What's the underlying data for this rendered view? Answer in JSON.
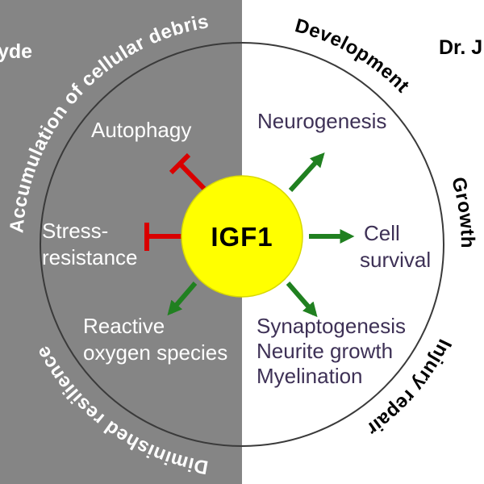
{
  "colors": {
    "left_background": "#858585",
    "right_background": "#ffffff",
    "ring_outline": "#3a3a3a",
    "center_fill": "#ffff00",
    "center_stroke": "#d8d800",
    "center_text": "#000000",
    "promote_arrow": "#208020",
    "inhibit_arrow": "#d90000",
    "left_text": "#ffffff",
    "right_text": "#3e3156",
    "ring_text_left": "#ffffff",
    "ring_text_right": "#000000"
  },
  "corner_labels": {
    "top_left_partial": "yde",
    "top_right_partial": "Dr. J"
  },
  "ring_labels": {
    "top_left": "Accumulation of cellular debris",
    "top_right": "Development",
    "right": "Growth",
    "bottom_right": "Injury repair",
    "bottom_left": "Diminished resilience"
  },
  "center": {
    "label": "IGF1"
  },
  "inhibited_targets": {
    "autophagy": "Autophagy",
    "stress_resistance_line1": "Stress-",
    "stress_resistance_line2": "resistance"
  },
  "promoted_targets": {
    "reactive_oxygen_line1": "Reactive",
    "reactive_oxygen_line2": "oxygen species",
    "neurogenesis": "Neurogenesis",
    "cell_survival_line1": "Cell",
    "cell_survival_line2": "survival",
    "synaptic_line1": "Synaptogenesis",
    "synaptic_line2": "Neurite growth",
    "synaptic_line3": "Myelination"
  }
}
